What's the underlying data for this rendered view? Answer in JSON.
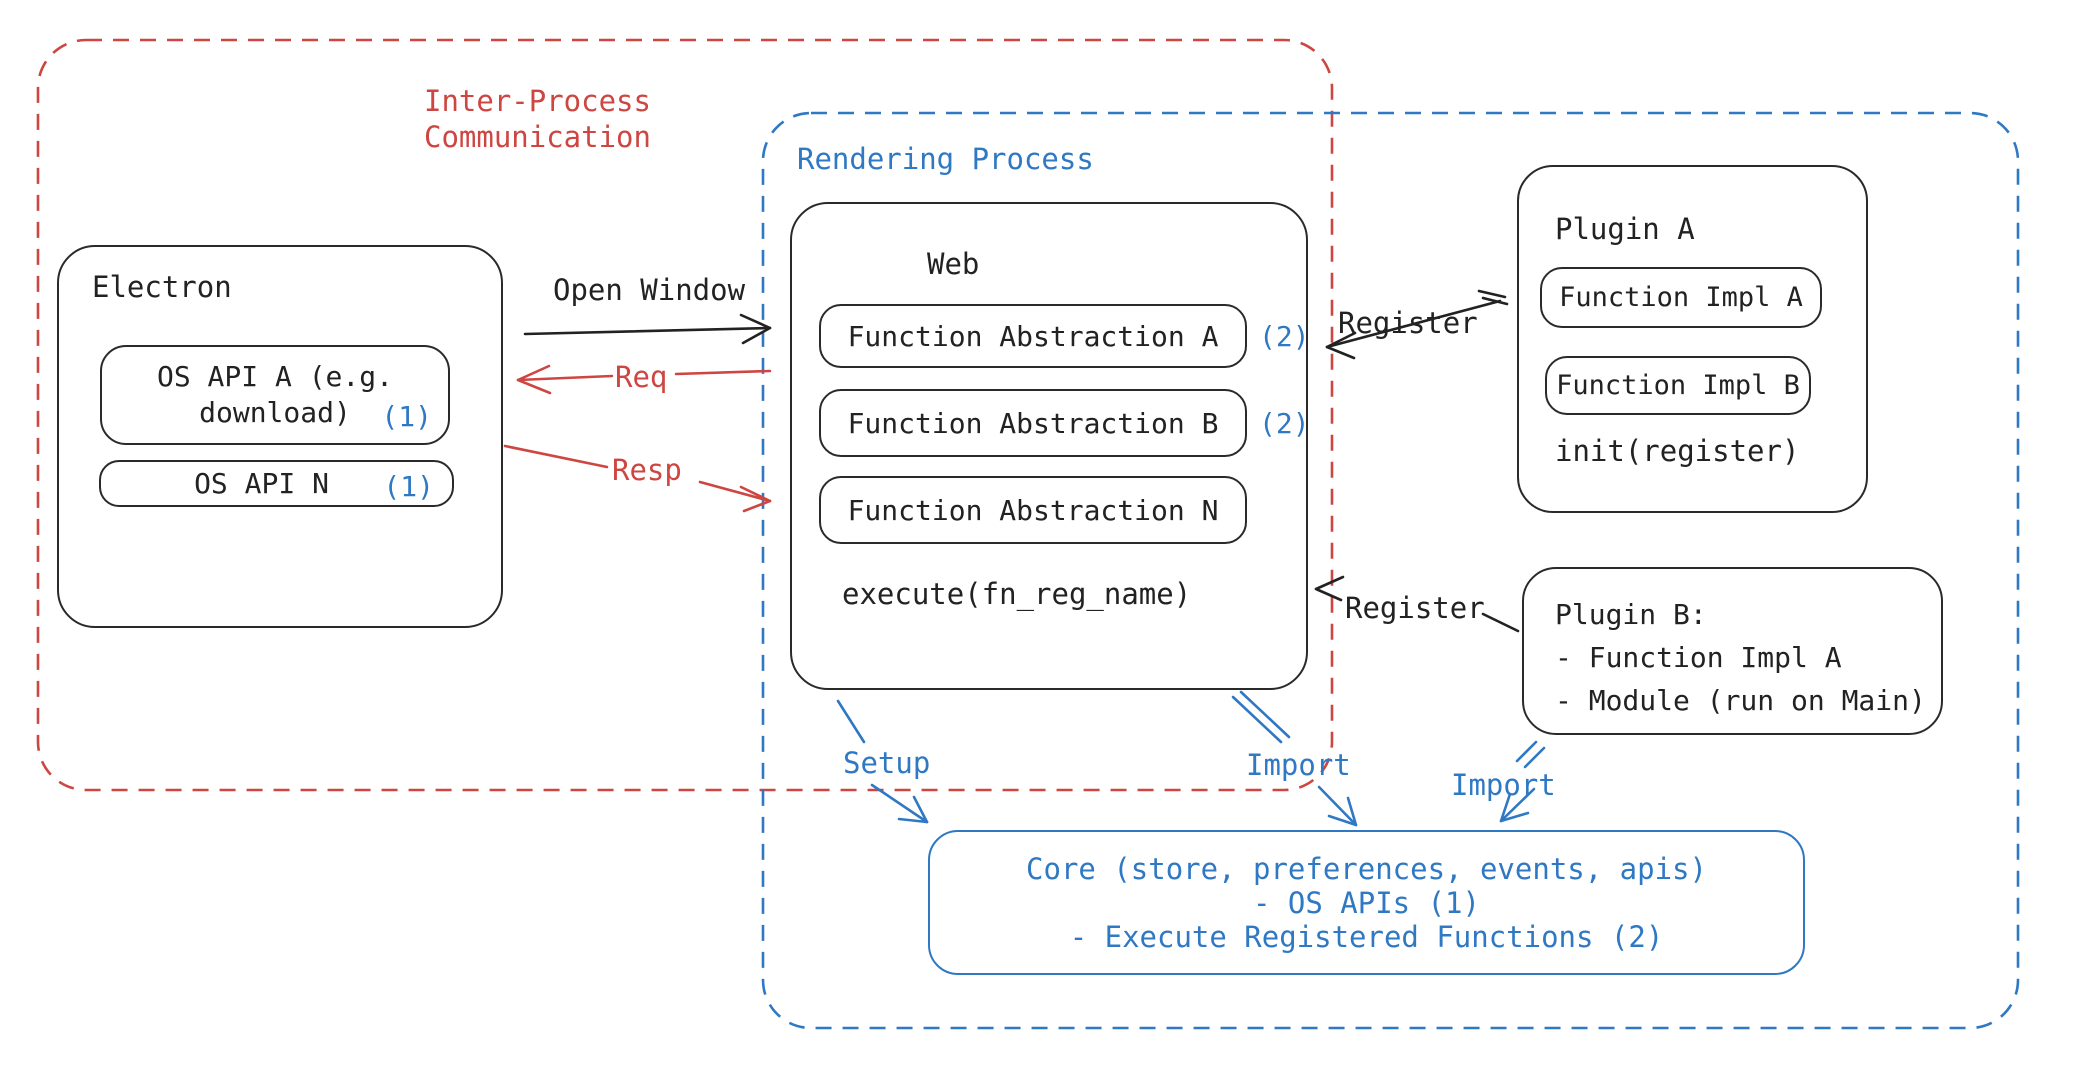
{
  "colors": {
    "red": "#cd4641",
    "blue": "#2f78c3",
    "ink": "#222222"
  },
  "regions": {
    "ipc": {
      "label": "Inter-Process\nCommunication"
    },
    "rendering": {
      "label": "Rendering Process"
    }
  },
  "electron": {
    "title": "Electron",
    "apis": [
      {
        "label": "OS API A (e.g.\ndownload)",
        "badge": "(1)"
      },
      {
        "label": "OS API N",
        "badge": "(1)"
      }
    ]
  },
  "web": {
    "title": "Web",
    "functions": [
      {
        "label": "Function Abstraction A",
        "badge": "(2)"
      },
      {
        "label": "Function Abstraction B",
        "badge": "(2)"
      },
      {
        "label": "Function Abstraction N",
        "badge": ""
      }
    ],
    "footer": "execute(fn_reg_name)"
  },
  "plugin_a": {
    "title": "Plugin A",
    "impls": [
      {
        "label": "Function Impl A"
      },
      {
        "label": "Function Impl B"
      }
    ],
    "footer": "init(register)"
  },
  "plugin_b": {
    "lines": [
      "Plugin B:",
      "- Function Impl A",
      "- Module (run on Main)"
    ]
  },
  "core": {
    "lines": [
      "Core (store, preferences, events, apis)",
      "- OS APIs (1)",
      "- Execute Registered Functions (2)"
    ]
  },
  "arrows": {
    "open_window": "Open Window",
    "req": "Req",
    "resp": "Resp",
    "register_a": "Register",
    "register_b": "Register",
    "setup": "Setup",
    "import_web": "Import",
    "import_plugin": "Import"
  }
}
